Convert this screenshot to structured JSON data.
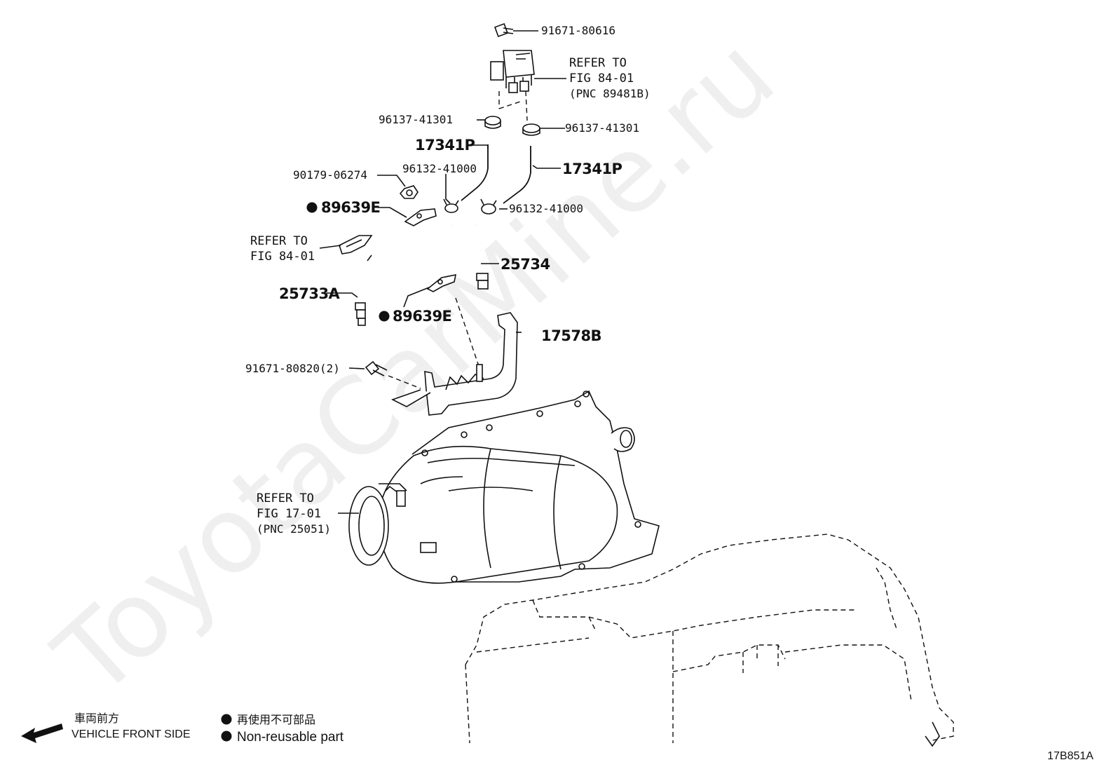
{
  "watermark": "ToyotaCarMine.ru",
  "labels": {
    "bolt_top": "91671-80616",
    "refer_sensor": [
      "REFER TO",
      "FIG 84-01",
      "(PNC 89481B)"
    ],
    "clamp_left": "96137-41301",
    "clamp_right": "96137-41301",
    "hose_left": "17341P",
    "hose_right": "17341P",
    "clip_left": "96132-41000",
    "clip_right": "96132-41000",
    "nut": "90179-06274",
    "bracket_upper": "89639E",
    "refer_bracket": [
      "REFER TO",
      "FIG 84-01"
    ],
    "pipe_right": "25734",
    "pipe_left": "25733A",
    "bracket_lower": "89639E",
    "bracket_large": "17578B",
    "bolt_bracket": "91671-80820(2)",
    "refer_converter": [
      "REFER TO",
      "FIG 17-01",
      "(PNC 25051)"
    ]
  },
  "legend": {
    "front_jp": "車両前方",
    "front_en": "VEHICLE FRONT SIDE",
    "nonreuse_jp": "再使用不可部品",
    "nonreuse_en": "Non-reusable part"
  },
  "figure_code": "17B851A"
}
